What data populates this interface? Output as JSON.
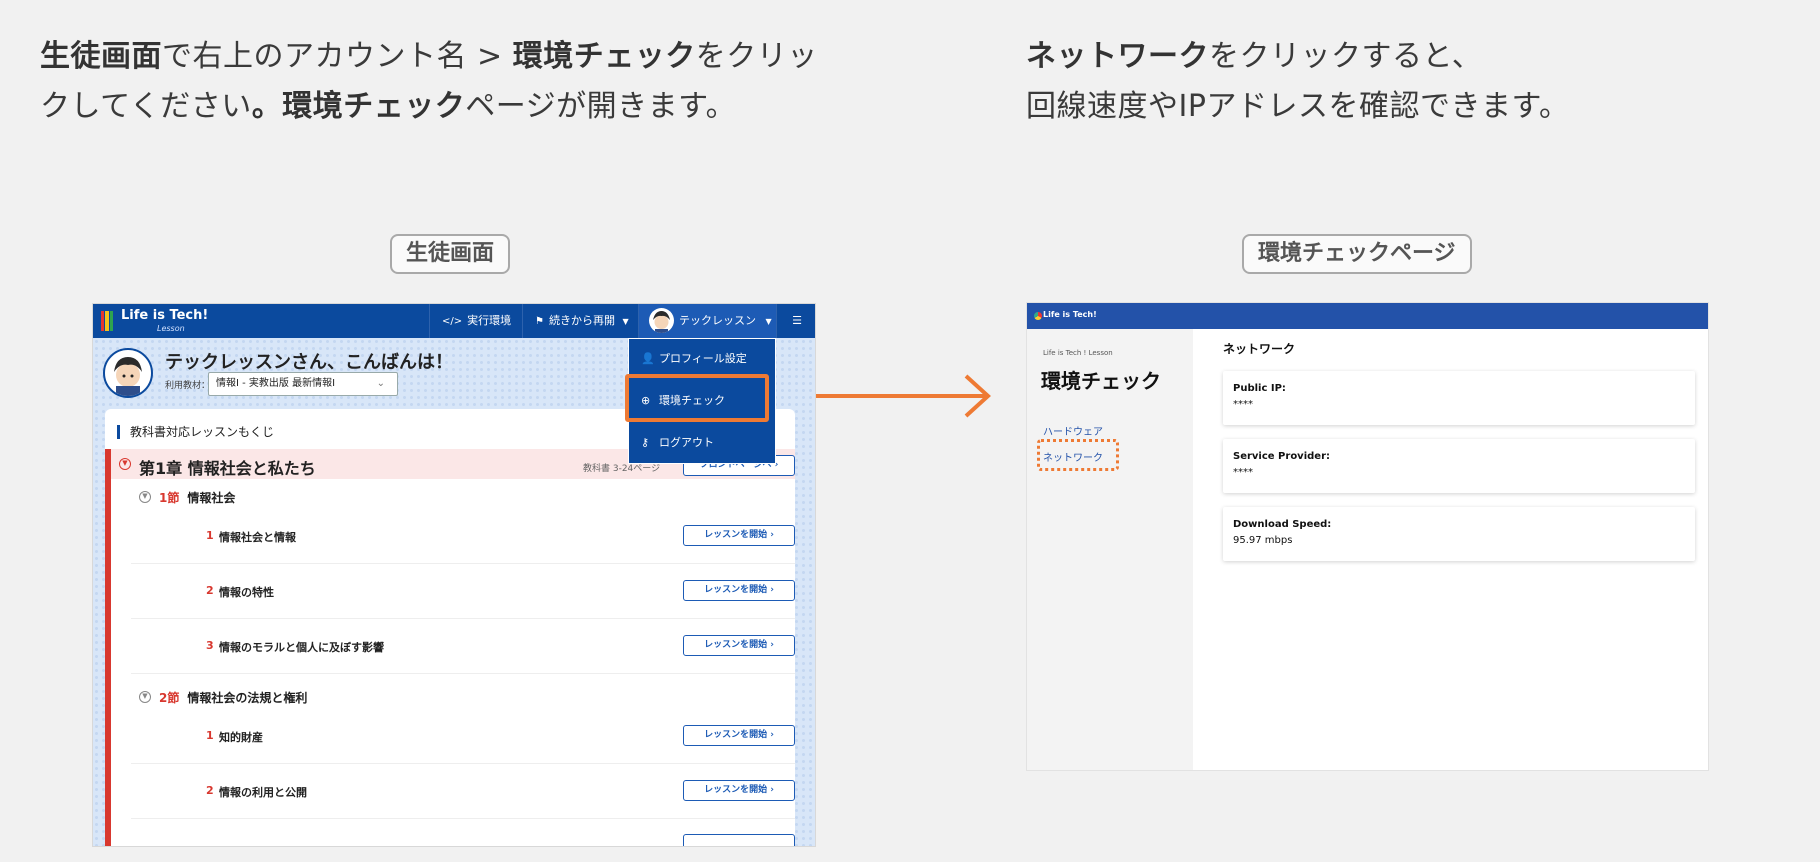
{
  "instructions": {
    "left": {
      "line1_bold1": "生徒画面",
      "line1_text1": "で右上のアカウント名 > ",
      "line1_bold2": "環境チェック",
      "line1_text2": "をクリッ",
      "line2_text1": "クしてください",
      "line2_bold1": "。環境チェック",
      "line2_text2": "ページが開きます。"
    },
    "right": {
      "line1_bold": "ネットワーク",
      "line1_text": "をクリックすると、",
      "line2_text": "回線速度やIPアドレスを確認できます。"
    }
  },
  "captions": {
    "left": "生徒画面",
    "right": "環境チェックページ"
  },
  "student_screen": {
    "logo_text": "Life is Tech!",
    "logo_sub": "Lesson",
    "nav": {
      "run_env": "実行環境",
      "resume": "続きから再開",
      "account": "テックレッスン"
    },
    "greeting": "テックレッスンさん、こんばんは！",
    "material_label": "利用教材：",
    "material_value": "情報I - 実教出版 最新情報I",
    "dropdown": {
      "profile": "プロフィール設定",
      "env_check": "環境チェック",
      "logout": "ログアウト"
    },
    "toc_title": "教科書対応レッスンもくじ",
    "chapter": {
      "title": "第1章  情報社会と私たち",
      "pages": "教科書 3-24ページ",
      "front_button": "フロントページへ"
    },
    "sections": [
      {
        "num": "1節",
        "title": "情報社会",
        "lessons": [
          {
            "num": "1",
            "name": "情報社会と情報",
            "button": "レッスンを開始"
          },
          {
            "num": "2",
            "name": "情報の特性",
            "button": "レッスンを開始"
          },
          {
            "num": "3",
            "name": "情報のモラルと個人に及ぼす影響",
            "button": "レッスンを開始"
          }
        ]
      },
      {
        "num": "2節",
        "title": "情報社会の法規と権利",
        "lessons": [
          {
            "num": "1",
            "name": "知的財産",
            "button": "レッスンを開始"
          },
          {
            "num": "2",
            "name": "情報の利用と公開",
            "button": "レッスンを開始"
          }
        ]
      }
    ]
  },
  "env_check_screen": {
    "logo_text": "Life is Tech!",
    "sidebar_small": "Life is Tech ! Lesson",
    "sidebar_title": "環境チェック",
    "sidebar_links": [
      "ハードウェア",
      "ネットワーク"
    ],
    "main_title": "ネットワーク",
    "cards": [
      {
        "label": "Public IP:",
        "value": "****"
      },
      {
        "label": "Service Provider:",
        "value": "****"
      },
      {
        "label": "Download Speed:",
        "value": "95.97 mbps"
      }
    ]
  },
  "colors": {
    "accent_orange": "#ee7a34",
    "nav_blue": "#0b4a9e",
    "chapter_red": "#d8382f"
  }
}
